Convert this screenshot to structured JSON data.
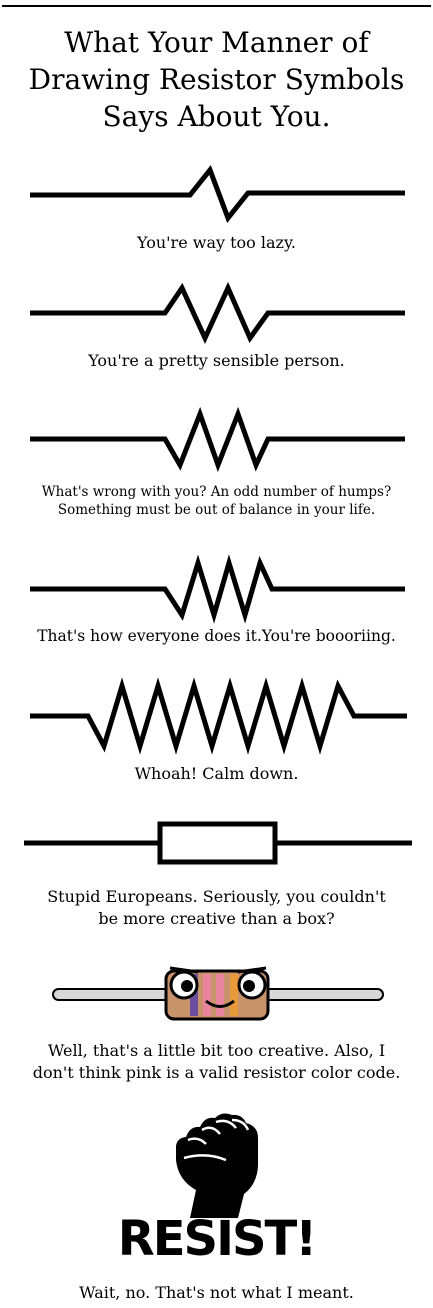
{
  "title": {
    "line1": "What Your Manner of",
    "line2": "Drawing Resistor Symbols",
    "line3": "Says About You."
  },
  "panels": [
    {
      "icon": "one-hump-zigzag-resistor-icon",
      "caption": [
        "You're way too lazy."
      ]
    },
    {
      "icon": "two-hump-zigzag-resistor-icon",
      "caption": [
        "You're a pretty sensible person."
      ]
    },
    {
      "icon": "odd-hump-zigzag-resistor-icon",
      "caption": [
        "What's wrong with you? An odd number of humps?",
        "Something must be out of balance in your life."
      ]
    },
    {
      "icon": "standard-zigzag-resistor-icon",
      "caption": [
        "That's how everyone does it.You're boooriing."
      ]
    },
    {
      "icon": "many-hump-zigzag-resistor-icon",
      "caption": [
        "Whoah!  Calm down."
      ]
    },
    {
      "icon": "box-resistor-icon",
      "caption": [
        "Stupid Europeans. Seriously, you couldn't",
        "be more creative than a box?"
      ]
    },
    {
      "icon": "cartoon-resistor-icon",
      "caption": [
        "Well, that's a little bit too creative. Also, I",
        "don't think pink is a valid resistor color code."
      ]
    },
    {
      "icon": "raised-fist-icon",
      "word": "RESIST!",
      "caption": [
        "Wait, no. That's not what I meant."
      ]
    }
  ],
  "colors": {
    "ink": "#000000",
    "resistor_body": "#c8936a",
    "band_pink": "#e8849e",
    "band_purple": "#6a4fa0",
    "band_orange": "#e89a3a",
    "lead": "#d8d8d8"
  }
}
